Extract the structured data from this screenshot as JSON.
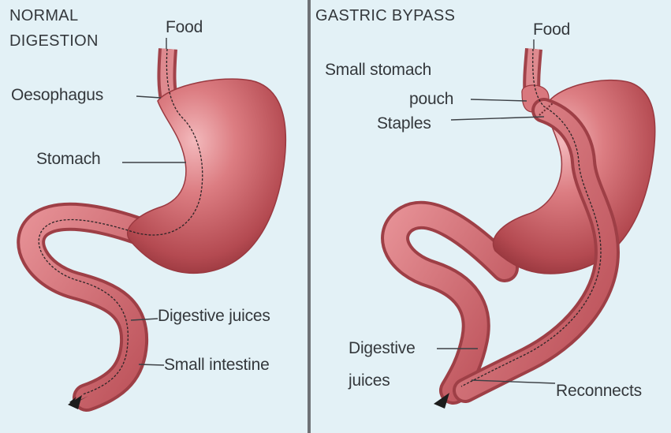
{
  "panels": {
    "left": {
      "title_line1": "NORMAL",
      "title_line2": "DIGESTION",
      "labels": {
        "food": "Food",
        "oesophagus": "Oesophagus",
        "stomach": "Stomach",
        "digestive_juices": "Digestive juices",
        "small_intestine": "Small intestine"
      }
    },
    "right": {
      "title": "GASTRIC BYPASS",
      "labels": {
        "food": "Food",
        "pouch_line1": "Small stomach",
        "pouch_line2": "pouch",
        "staples": "Staples",
        "juices_line1": "Digestive",
        "juices_line2": "juices",
        "reconnects": "Reconnects"
      }
    }
  },
  "colors": {
    "background": "#e3f1f6",
    "organ": "#c85a61",
    "organ_light": "#e79a9e",
    "organ_dark": "#8e3037",
    "divider": "#6f7276",
    "text": "#34383c"
  }
}
